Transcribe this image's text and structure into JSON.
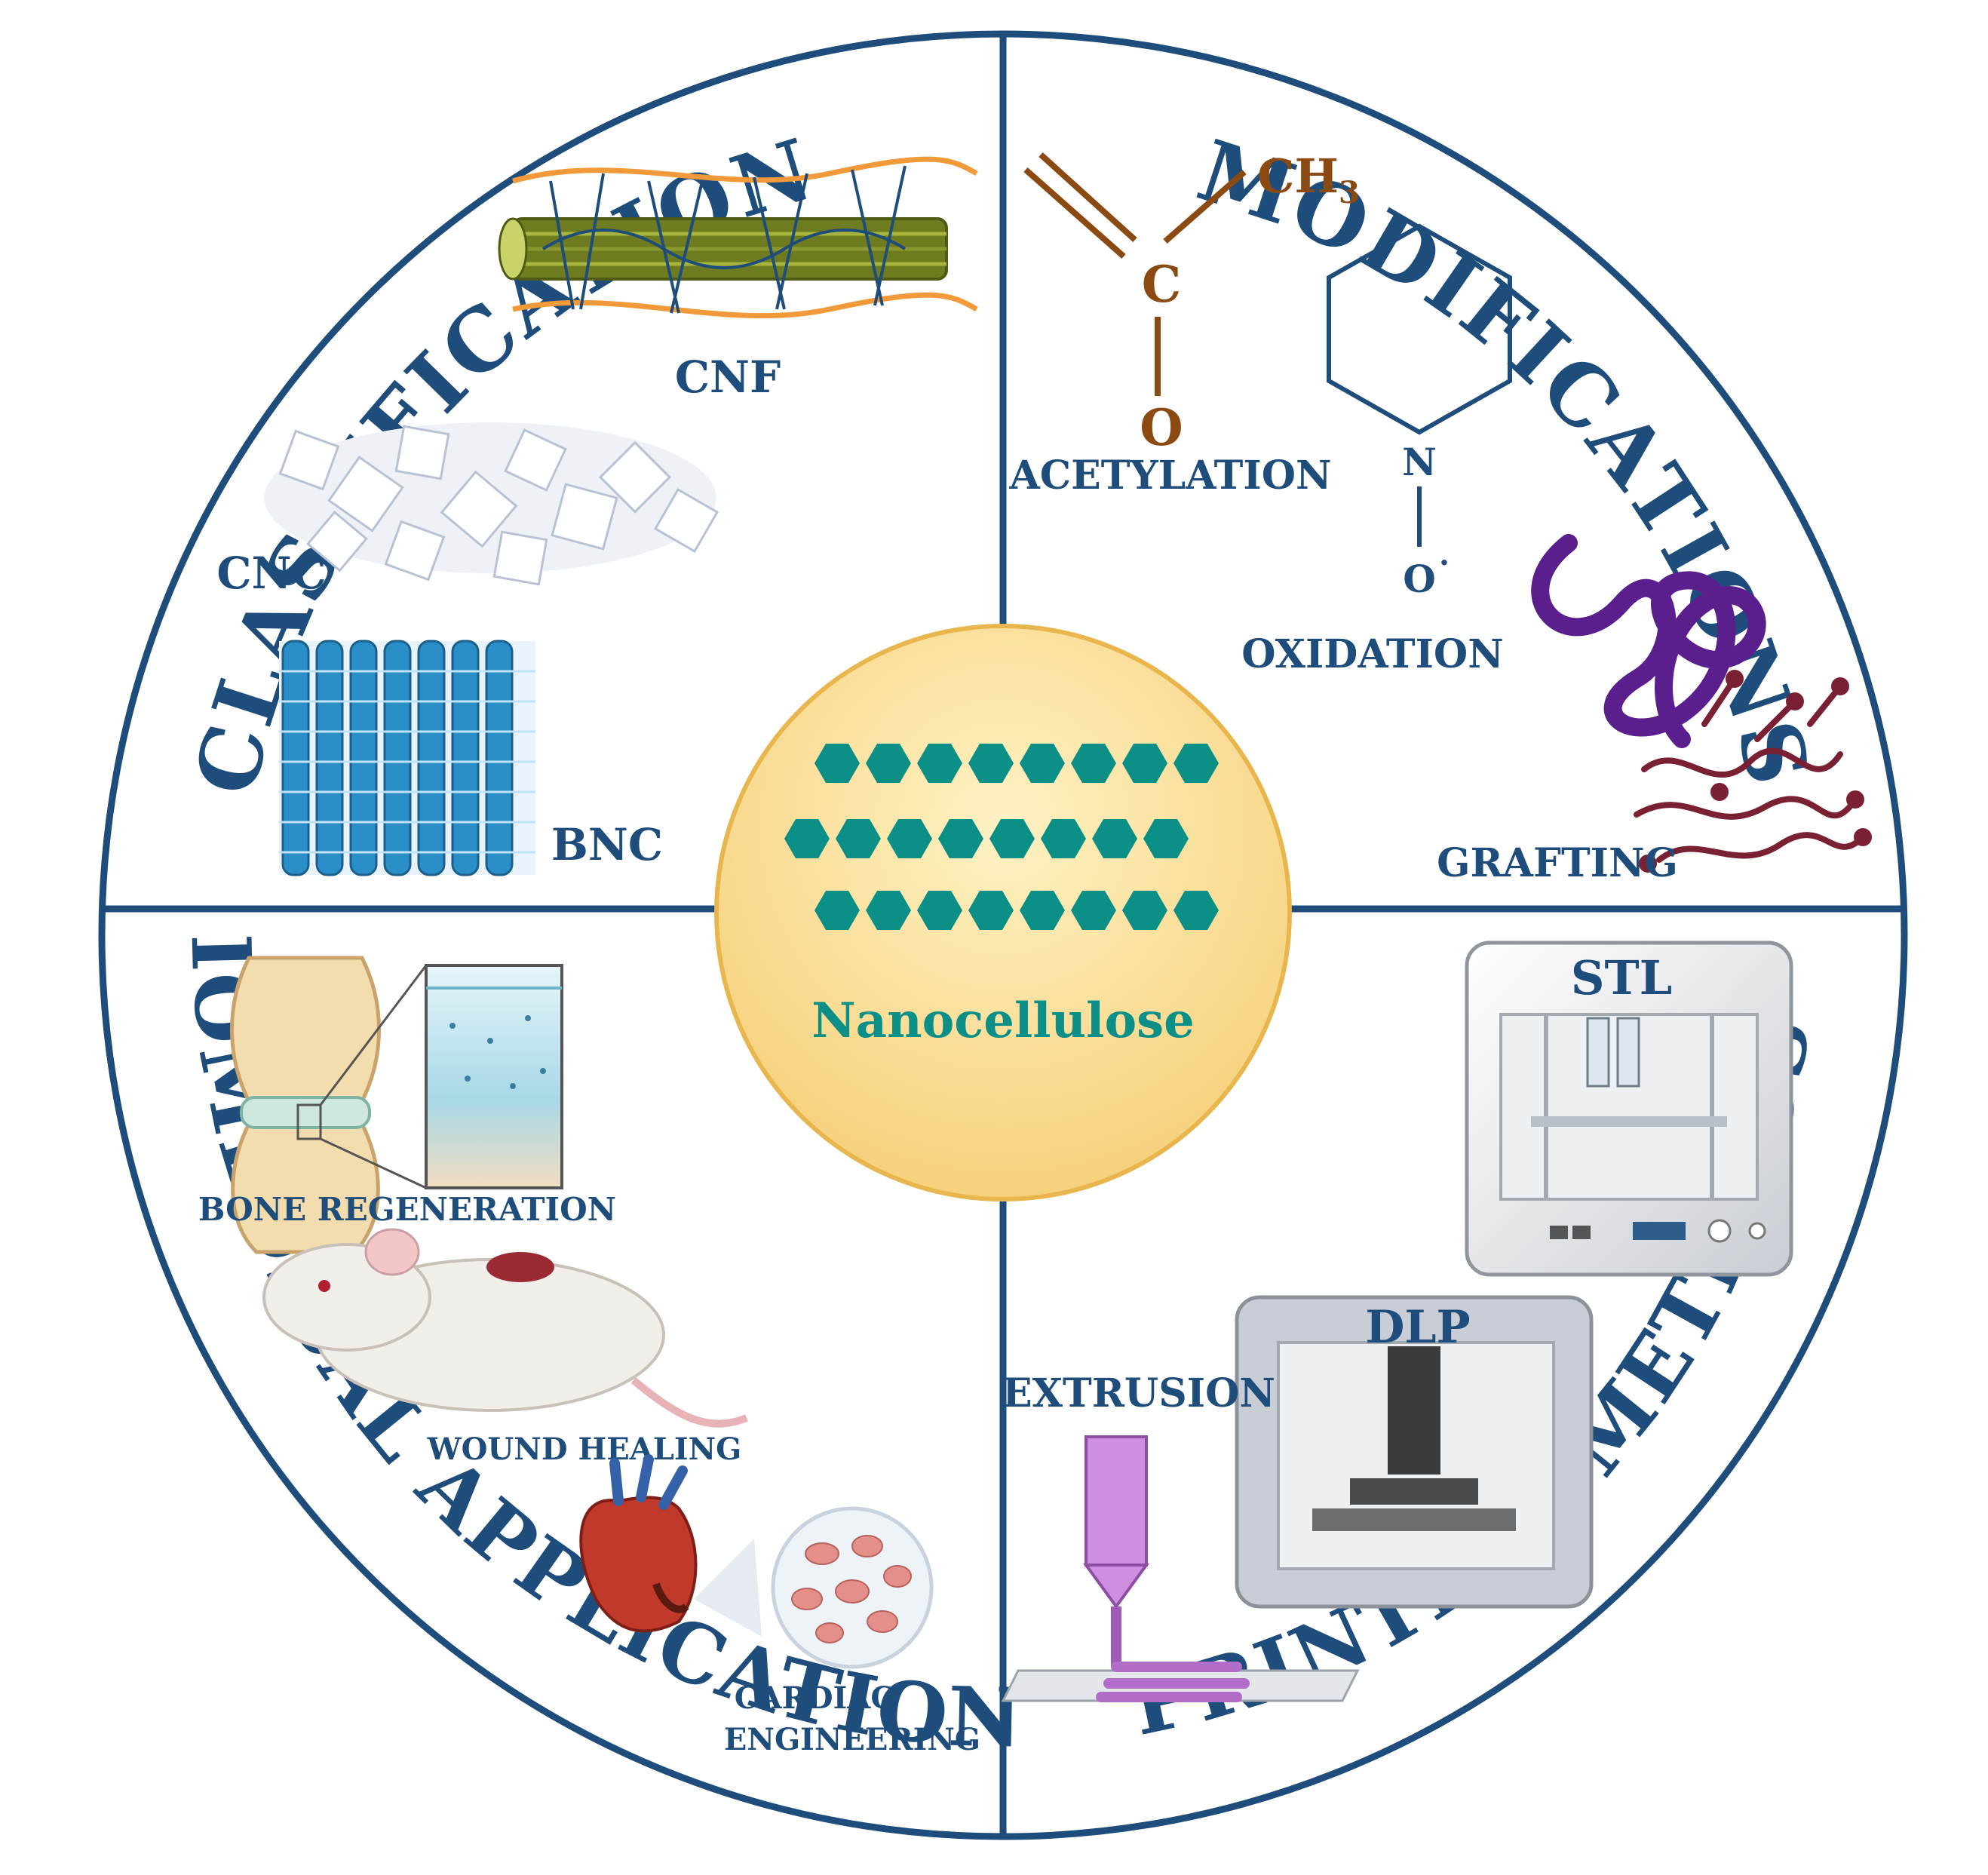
{
  "colors": {
    "navy": "#1e4d7b",
    "teal": "#0b8f87",
    "brown": "#8a4a12",
    "purple": "#5a1f8c",
    "maroon": "#7a2033",
    "center_fill": "#fce29a",
    "orange": "#f29a3a"
  },
  "quadrants": {
    "classification": {
      "title": "CLASSIFICATION",
      "items": {
        "cnf": "CNF",
        "cnc": "CNC",
        "bnc": "BNC"
      }
    },
    "modifications": {
      "title": "MODIFICATIONS",
      "items": {
        "acetylation": "ACETYLATION",
        "oxidation": "OXIDATION",
        "grafting": "GRAFTING"
      },
      "acetyl_group": {
        "methyl": "CH",
        "methyl_sub": "3",
        "carbon": "C",
        "oxygen": "O"
      },
      "tempo_radical": {
        "nitrogen": "N",
        "oxygen": "O",
        "charge": "·"
      }
    },
    "printing_methods": {
      "title": "PRINTING METHODS",
      "items": {
        "stl": "STL",
        "dlp": "DLP",
        "extrusion": "EXTRUSION"
      }
    },
    "biomedical_application": {
      "title": "BIOMEDICAL APPLICATION",
      "items": {
        "bone": "BONE REGENERATION",
        "wound": "WOUND HEALING",
        "cardiac_line1": "CARDIAC",
        "cardiac_line2": "ENGINEERING"
      }
    }
  },
  "center": {
    "label": "Nanocellulose"
  },
  "icons": {
    "cnf": "cellulose-nanofiber-icon",
    "cnc": "cellulose-nanocrystal-icon",
    "bnc": "bacterial-nanocellulose-icon",
    "acetylation": "acetyl-group-icon",
    "oxidation": "tempo-ring-icon",
    "grafting": "polymer-graft-icon",
    "stl": "stereolithography-printer-icon",
    "dlp": "dlp-printer-icon",
    "extrusion": "extrusion-nozzle-icon",
    "bone": "bone-joint-icon",
    "wound": "mouse-icon",
    "cardiac": "heart-icon"
  }
}
